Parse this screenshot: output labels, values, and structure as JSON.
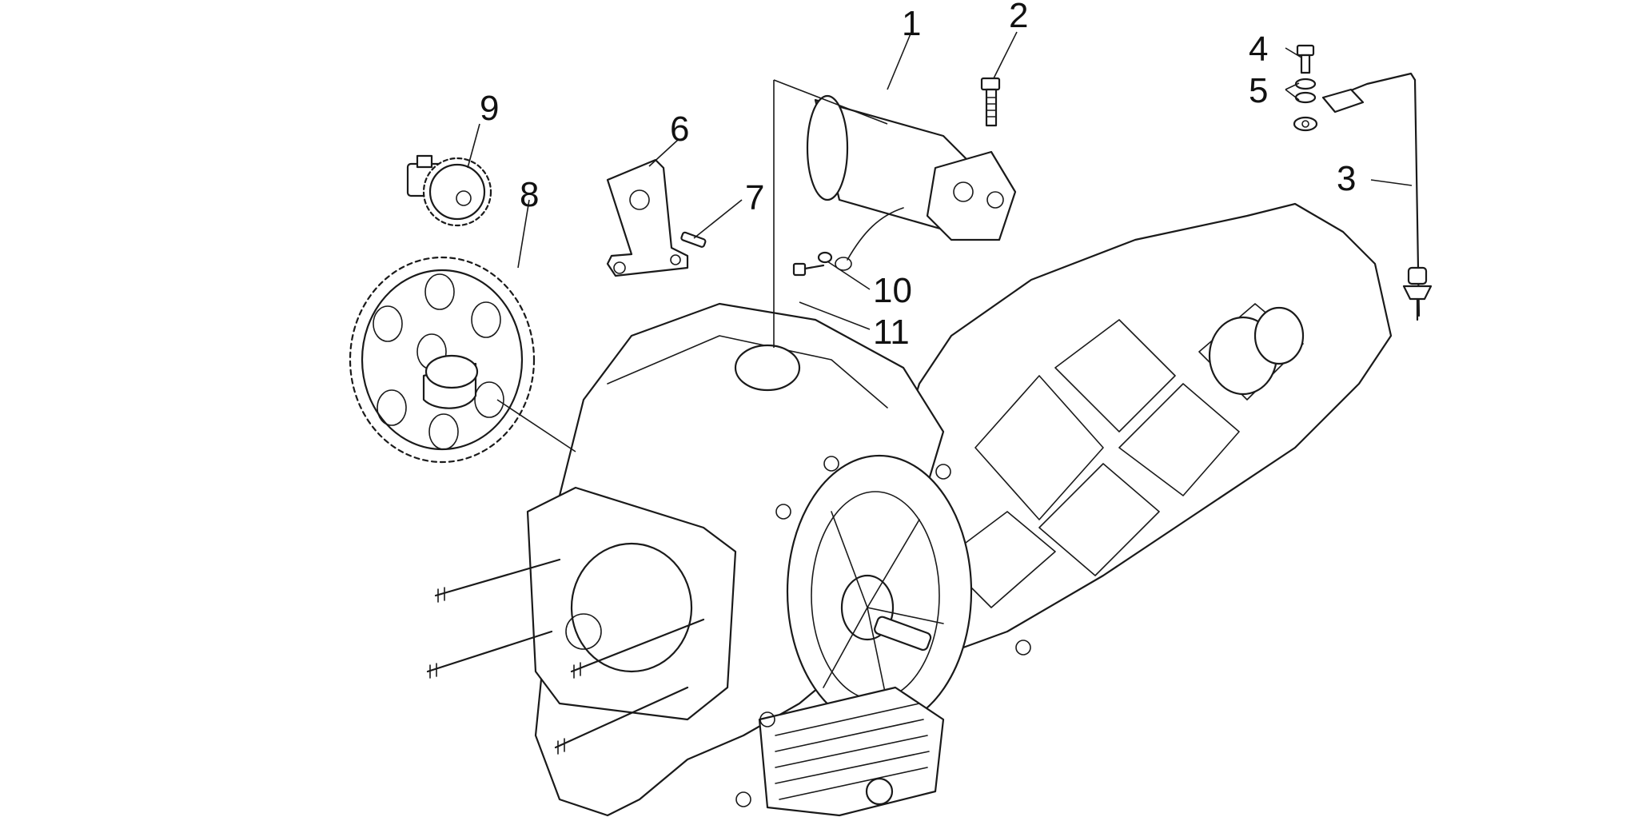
{
  "diagram": {
    "callouts": [
      "1",
      "2",
      "3",
      "4",
      "5",
      "6",
      "7",
      "8",
      "9",
      "10",
      "11"
    ],
    "colors": {
      "line": "#1a1a1a",
      "background": "#ffffff",
      "text": "#111111"
    }
  }
}
